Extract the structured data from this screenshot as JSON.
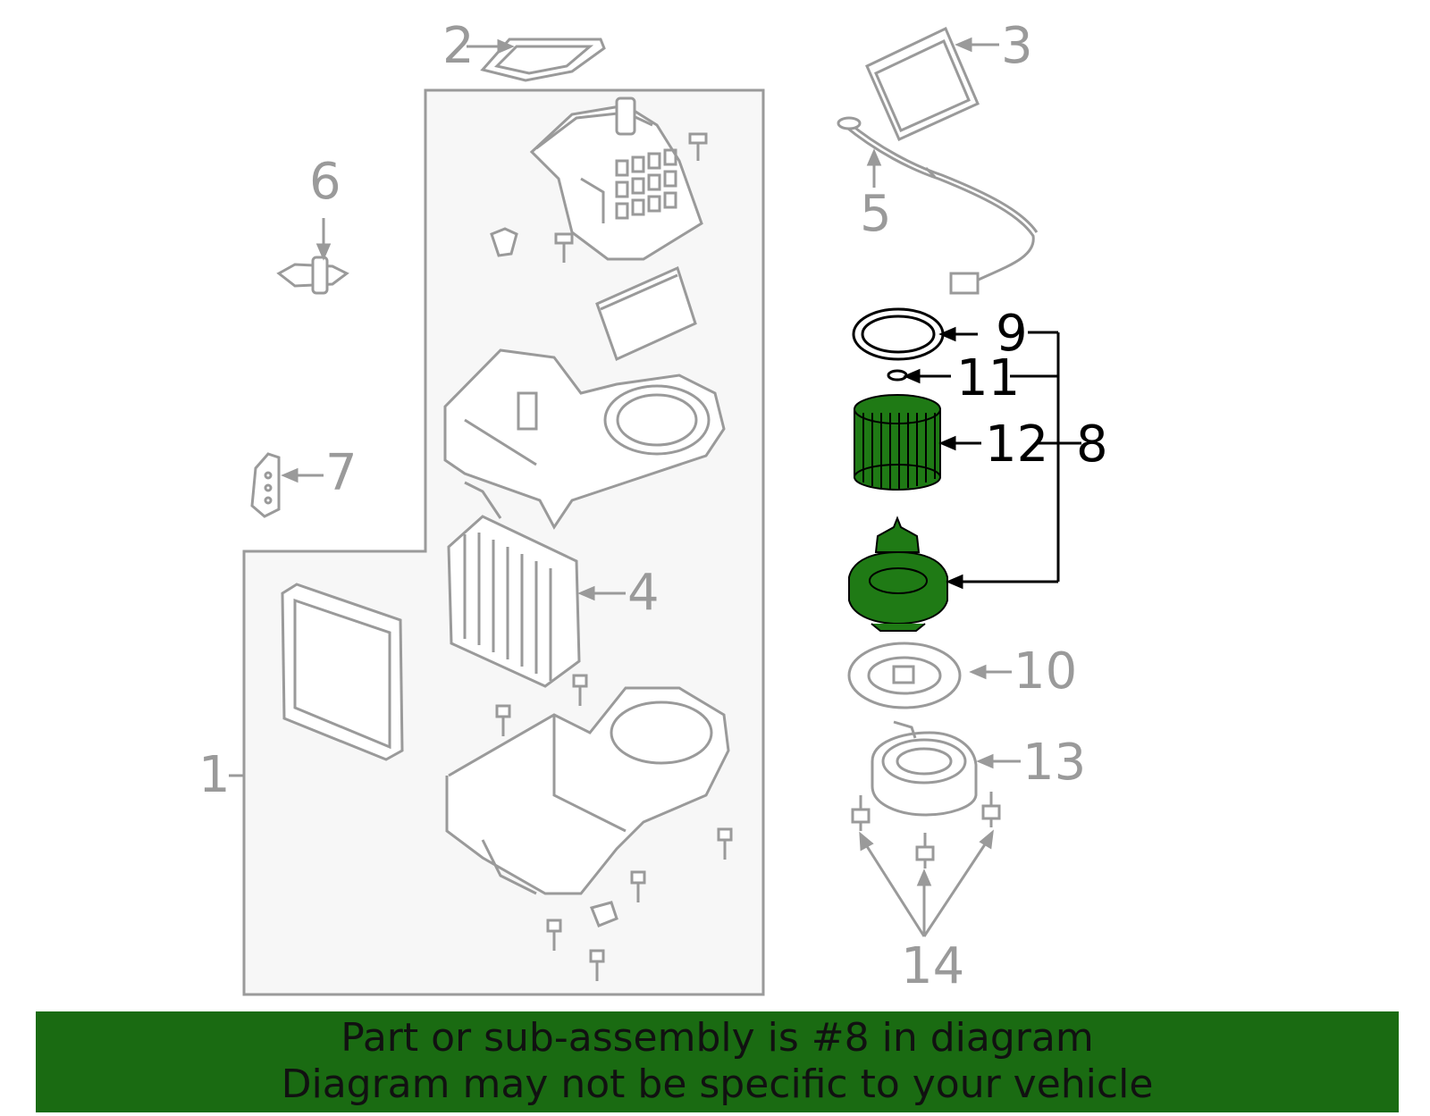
{
  "diagram": {
    "callouts": {
      "c1": "1",
      "c2": "2",
      "c3": "3",
      "c4": "4",
      "c5": "5",
      "c6": "6",
      "c7": "7",
      "c8": "8",
      "c9": "9",
      "c10": "10",
      "c11": "11",
      "c12": "12",
      "c13": "13",
      "c14": "14"
    },
    "highlighted_part": "8",
    "colors": {
      "highlight_fill": "#1f7a15",
      "line_gray": "#9a9a9a",
      "banner_bg": "#1a6b12"
    }
  },
  "banner": {
    "line1": "Part or sub-assembly is #8 in diagram",
    "line2": "Diagram may not be specific to your vehicle"
  }
}
